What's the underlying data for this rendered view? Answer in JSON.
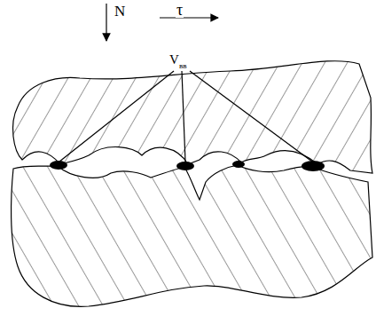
{
  "diagram": {
    "labels": [
      "N",
      "τ",
      "V",
      "вв"
    ]
  }
}
